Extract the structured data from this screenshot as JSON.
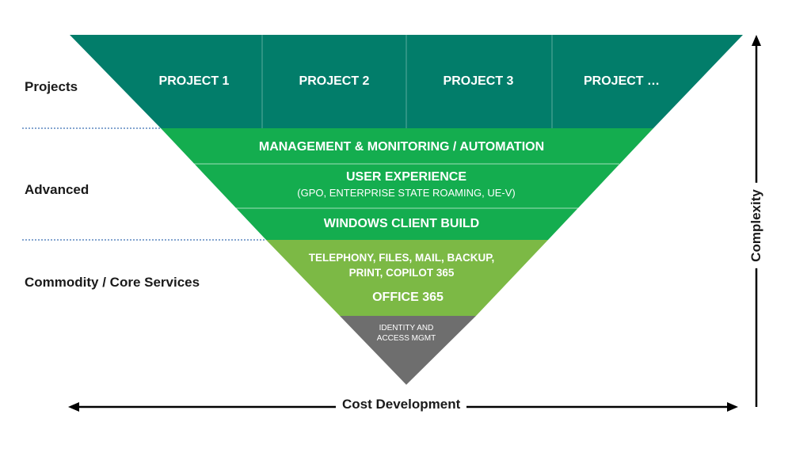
{
  "colors": {
    "projects": "#027d6a",
    "advanced": "#14ad4f",
    "core": "#7cb945",
    "identity": "#6e6e6e",
    "dotted_line": "#3c6fb5",
    "axis": "#000000"
  },
  "side_labels": {
    "projects": "Projects",
    "advanced": "Advanced",
    "core": "Commodity / Core Services"
  },
  "projects": [
    "PROJECT 1",
    "PROJECT 2",
    "PROJECT 3",
    "PROJECT …"
  ],
  "layers": {
    "management": "MANAGEMENT & MONITORING / AUTOMATION",
    "user_experience": "USER EXPERIENCE",
    "user_experience_sub": "(GPO, ENTERPRISE STATE ROAMING, UE-V)",
    "windows_build": "WINDOWS CLIENT BUILD",
    "telephony_line1": "TELEPHONY, FILES, MAIL, BACKUP,",
    "telephony_line2": "PRINT, COPILOT 365",
    "office": "OFFICE 365",
    "identity_line1": "IDENTITY AND",
    "identity_line2": "ACCESS MGMT"
  },
  "axes": {
    "horizontal": "Cost Development",
    "vertical": "Complexity"
  }
}
